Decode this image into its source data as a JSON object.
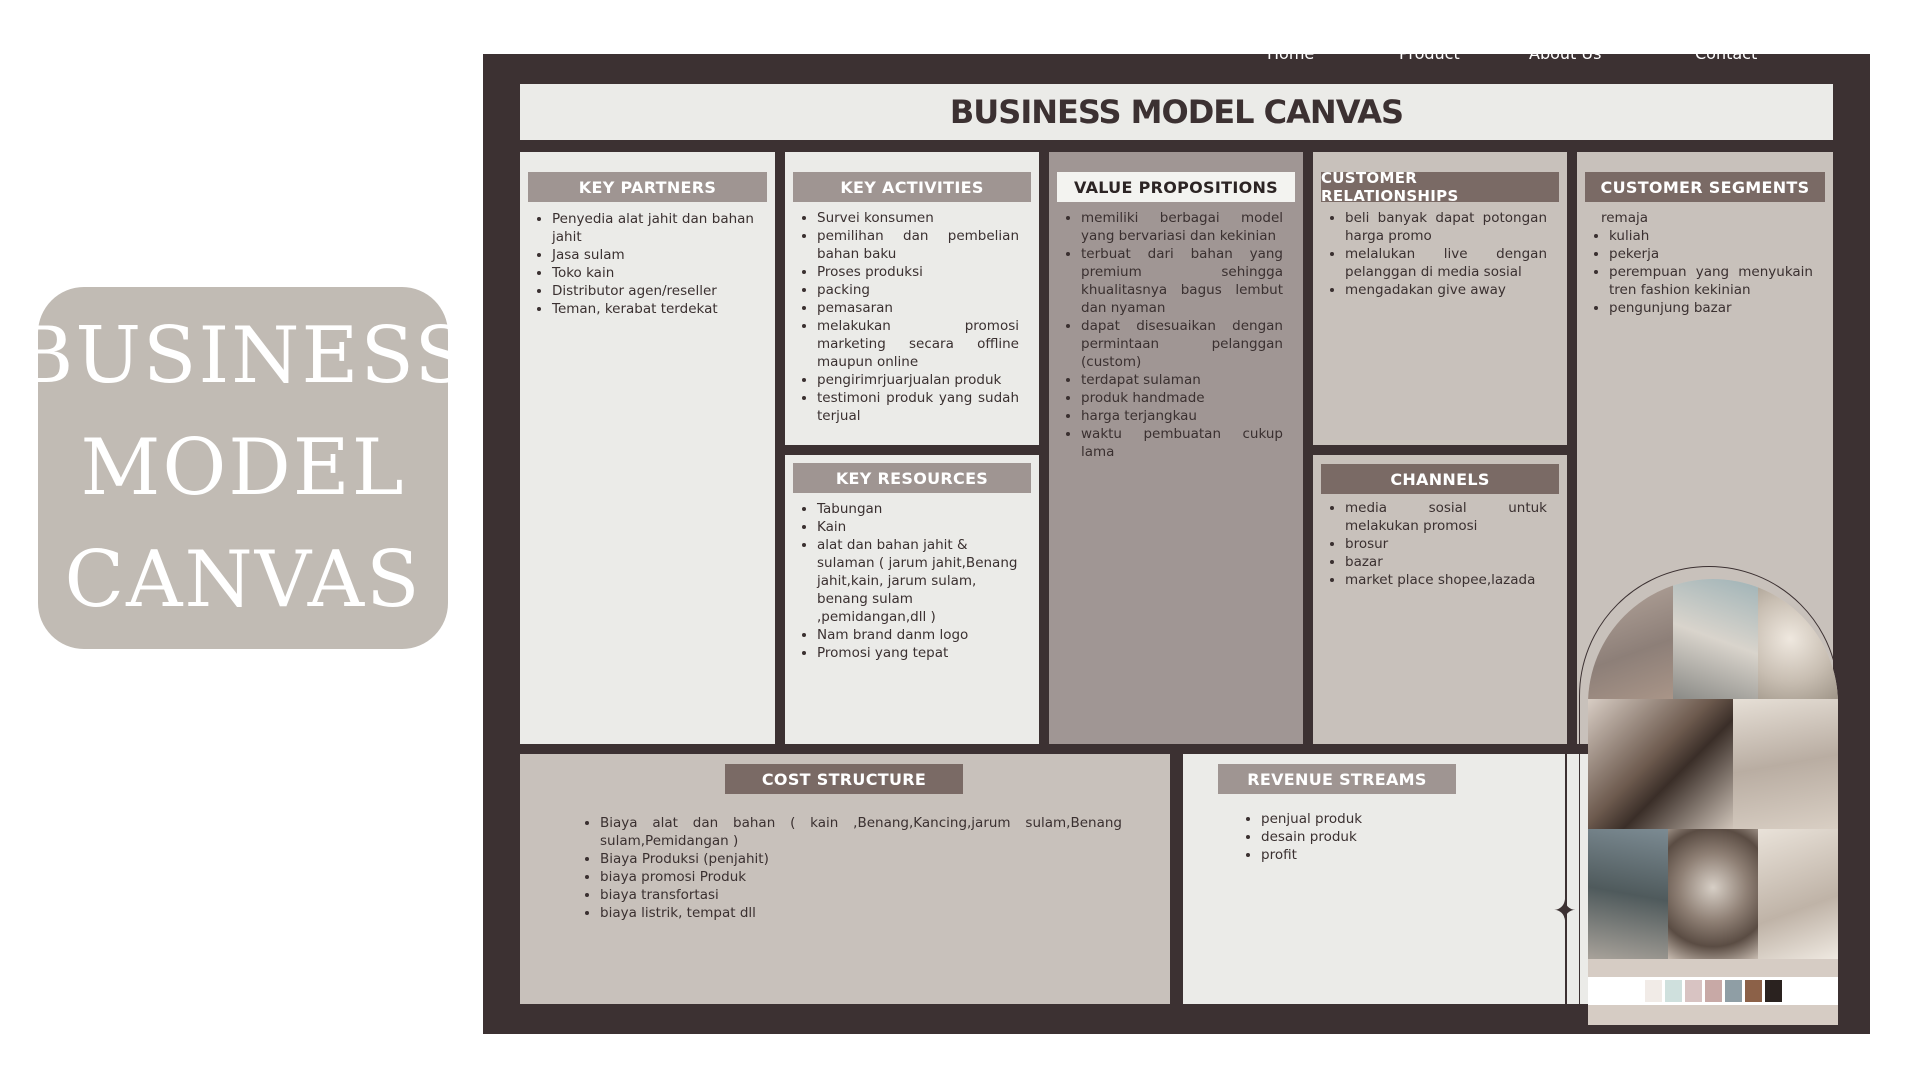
{
  "logo": {
    "lines": [
      "BUSINESS",
      "MODEL",
      "CANVAS"
    ]
  },
  "nav": {
    "items": [
      "Home",
      "Product",
      "About Us",
      "Contact"
    ]
  },
  "title": "BUSINESS MODEL CANVAS",
  "panels": {
    "key_partners": {
      "heading": "KEY PARTNERS",
      "items": [
        "Penyedia alat jahit dan bahan jahit",
        "Jasa sulam",
        "Toko kain",
        "Distributor agen/reseller",
        "Teman, kerabat terdekat"
      ]
    },
    "key_activities": {
      "heading": "KEY ACTIVITIES",
      "items": [
        "Survei konsumen",
        "pemilihan dan pembelian bahan baku",
        "Proses produksi",
        "packing",
        "pemasaran",
        "melakukan promosi marketing secara offline maupun online",
        "pengirimrjuarjualan produk",
        "testimoni produk yang sudah terjual"
      ]
    },
    "key_resources": {
      "heading": "KEY RESOURCES",
      "items": [
        "Tabungan",
        "Kain",
        "alat dan bahan jahit & sulaman ( jarum jahit,Benang jahit,kain, jarum sulam, benang sulam ,pemidangan,dll )",
        "Nam brand danm logo",
        "Promosi yang tepat"
      ]
    },
    "value_propositions": {
      "heading": "VALUE PROPOSITIONS",
      "items": [
        "memiliki berbagai model yang bervariasi dan kekinian",
        "terbuat dari bahan yang premium sehingga khualitasnya bagus lembut dan nyaman",
        "dapat disesuaikan dengan permintaan pelanggan (custom)",
        "terdapat sulaman",
        "produk handmade",
        "harga terjangkau",
        "waktu pembuatan cukup lama"
      ]
    },
    "customer_relationships": {
      "heading": "CUSTOMER RELATIONSHIPS",
      "items": [
        "beli banyak dapat potongan harga promo",
        "melalukan live dengan pelanggan di media sosial",
        "mengadakan give away"
      ]
    },
    "channels": {
      "heading": "CHANNELS",
      "items": [
        "media sosial untuk melakukan promosi",
        "brosur",
        "bazar",
        "market place shopee,lazada"
      ]
    },
    "customer_segments": {
      "heading": "CUSTOMER SEGMENTS",
      "lead": "remaja",
      "items": [
        "kuliah",
        "pekerja",
        "perempuan yang menyukain tren fashion kekinian",
        "pengunjung bazar"
      ]
    },
    "cost_structure": {
      "heading": "COST STRUCTURE",
      "items": [
        "Biaya alat dan bahan ( kain ,Benang,Kancing,jarum sulam,Benang sulam,Pemidangan )",
        "Biaya Produksi (penjahit)",
        "biaya promosi Produk",
        "biaya transfortasi",
        "biaya listrik, tempat dll"
      ]
    },
    "revenue_streams": {
      "heading": "REVENUE STREAMS",
      "items": [
        "penjual produk",
        "desain produk",
        "profit"
      ]
    }
  },
  "colors": {
    "board": "#3c3132",
    "light_panel": "#ebebe8",
    "taupe_panel": "#c8c1bb",
    "mid_panel": "#a09694",
    "header_taupe": "#9f9592",
    "header_dark": "#7a6a65",
    "swatches": [
      "#f1ebe7",
      "#cfe0dd",
      "#d8c3c2",
      "#c8a9a6",
      "#8f9ea5",
      "#8c6148",
      "#2a221f"
    ]
  }
}
